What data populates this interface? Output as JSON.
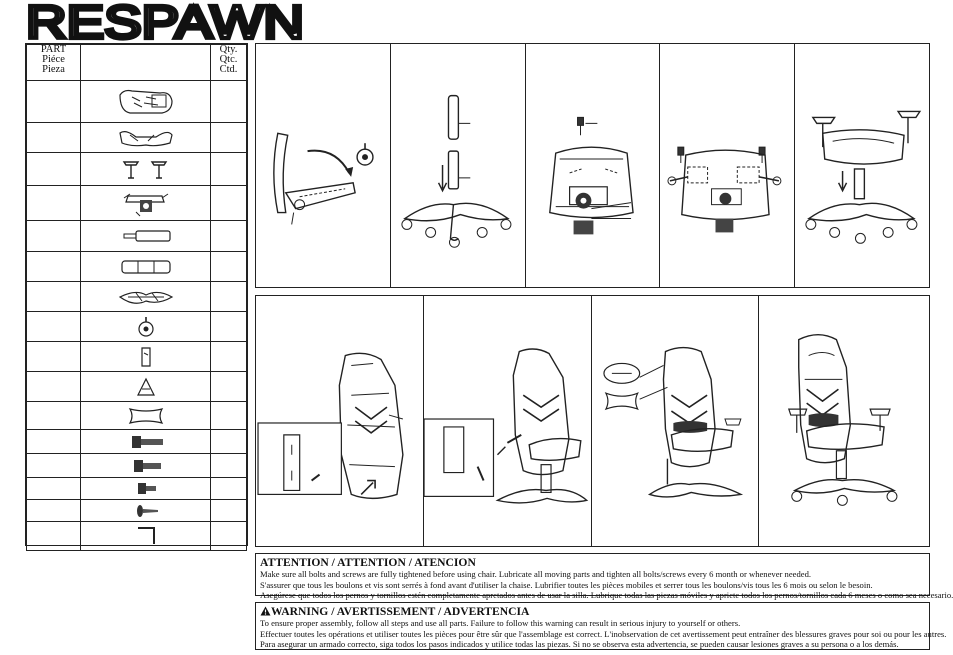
{
  "brand": {
    "logo_text": "RESPAWN"
  },
  "parts_table": {
    "headers": {
      "part": [
        "PART",
        "Piéce",
        "Pieza"
      ],
      "qty": [
        "Qty.",
        "Qtc.",
        "Ctd."
      ]
    },
    "rows": [
      {
        "part": "",
        "qty": "",
        "icon": "backrest-icon"
      },
      {
        "part": "",
        "qty": "",
        "icon": "seat-icon"
      },
      {
        "part": "",
        "qty": "",
        "icon": "armrests-icon"
      },
      {
        "part": "",
        "qty": "",
        "icon": "seat-mechanism-icon"
      },
      {
        "part": "",
        "qty": "",
        "icon": "gas-lift-icon"
      },
      {
        "part": "",
        "qty": "",
        "icon": "cylinder-cover-icon"
      },
      {
        "part": "",
        "qty": "",
        "icon": "base-icon"
      },
      {
        "part": "",
        "qty": "",
        "icon": "caster-icon"
      },
      {
        "part": "",
        "qty": "",
        "icon": "side-cover-icon"
      },
      {
        "part": "",
        "qty": "",
        "icon": "bracket-cover-icon"
      },
      {
        "part": "",
        "qty": "",
        "icon": "lumbar-pillow-icon"
      },
      {
        "part": "",
        "qty": "",
        "icon": "long-bolt-icon"
      },
      {
        "part": "",
        "qty": "",
        "icon": "bolt-icon"
      },
      {
        "part": "",
        "qty": "",
        "icon": "short-bolt-icon"
      },
      {
        "part": "",
        "qty": "",
        "icon": "screw-icon"
      },
      {
        "part": "",
        "qty": "",
        "icon": "hex-key-icon"
      }
    ]
  },
  "steps_top": [
    {
      "icon": "attach-casters-to-base-icon"
    },
    {
      "icon": "insert-gas-lift-icon"
    },
    {
      "icon": "attach-mechanism-to-seat-icon"
    },
    {
      "icon": "attach-armrests-icon"
    },
    {
      "icon": "mount-seat-on-base-icon"
    }
  ],
  "steps_bottom": [
    {
      "icon": "attach-backrest-icon"
    },
    {
      "icon": "attach-side-covers-icon"
    },
    {
      "icon": "add-pillows-icon"
    },
    {
      "icon": "finished-chair-icon"
    }
  ],
  "attention": {
    "title": "ATTENTION / ATTENTION / ATENCION",
    "lines": [
      "Make sure all bolts and screws are fully tightened before using chair. Lubricate all moving parts and tighten all bolts/screws every 6 month or whenever needed.",
      "S'assurer que tous les boulons et vis sont serrés à fond avant d'utiliser la chaise. Lubrifier toutes les pièces mobiles et serrer tous les boulons/vis tous les 6 mois ou selon le besoin.",
      "Asegúrese que todos los pernos y tornillos estén completamente apretados antes de usar la silla. Lubrique todas las piezas móviles y apriete todos los pernos/tornillos cada 6 meses o como sea necesario."
    ]
  },
  "warning": {
    "title": "WARNING / AVERTISSEMENT / ADVERTENCIA",
    "lines": [
      "To ensure proper assembly, follow all steps and use all parts. Failure to follow this warning can result in serious injury to yourself or others.",
      "Effectuer toutes les opérations et utiliser toutes les pièces pour être sûr que l'assemblage est correct. L'inobservation de cet avertissement peut entraîner des blessures graves pour soi ou pour les autres.",
      "Para asegurar un armado correcto, siga todos los pasos indicados y utilice todas las piezas. Si no se observa esta advertencia, se pueden causar lesiones graves a su persona o a los demás."
    ]
  }
}
